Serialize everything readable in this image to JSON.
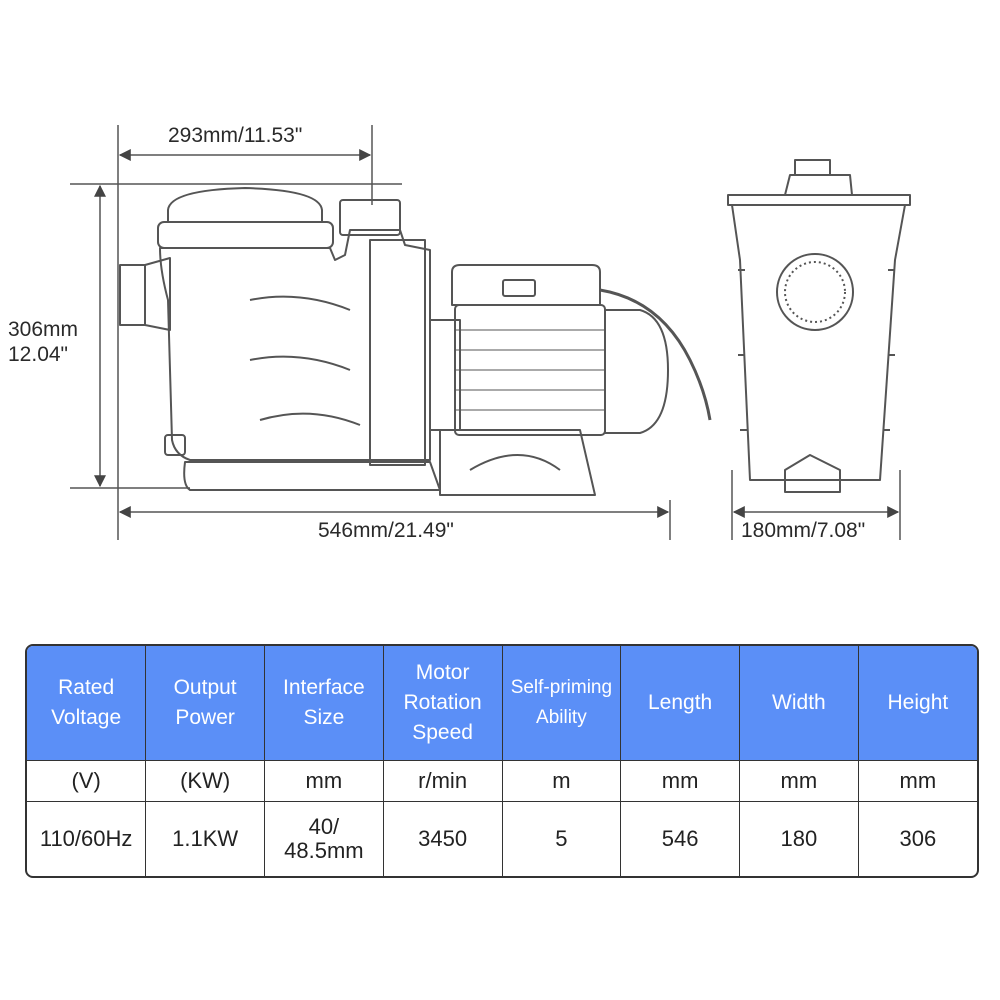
{
  "dimensions": {
    "inlet_to_outlet": "293mm/11.53\"",
    "height_mm": "306mm",
    "height_in": "12.04\"",
    "length": "546mm/21.49\"",
    "width": "180mm/7.08\""
  },
  "table": {
    "headers": [
      [
        "Rated",
        "Voltage"
      ],
      [
        "Output",
        "Power"
      ],
      [
        "Interface",
        "Size"
      ],
      [
        "Motor",
        "Rotation",
        "Speed"
      ],
      [
        "Self-priming",
        "Ability"
      ],
      [
        "Length"
      ],
      [
        "Width"
      ],
      [
        "Height"
      ]
    ],
    "units": [
      "(V)",
      "(KW)",
      "mm",
      "r/min",
      "m",
      "mm",
      "mm",
      "mm"
    ],
    "values": [
      [
        "110/60Hz"
      ],
      [
        "1.1KW"
      ],
      [
        "40/",
        "48.5mm"
      ],
      [
        "3450"
      ],
      [
        "5"
      ],
      [
        "546"
      ],
      [
        "180"
      ],
      [
        "306"
      ]
    ]
  },
  "colors": {
    "header_bg": "#5b8ff7",
    "line": "#333333"
  }
}
